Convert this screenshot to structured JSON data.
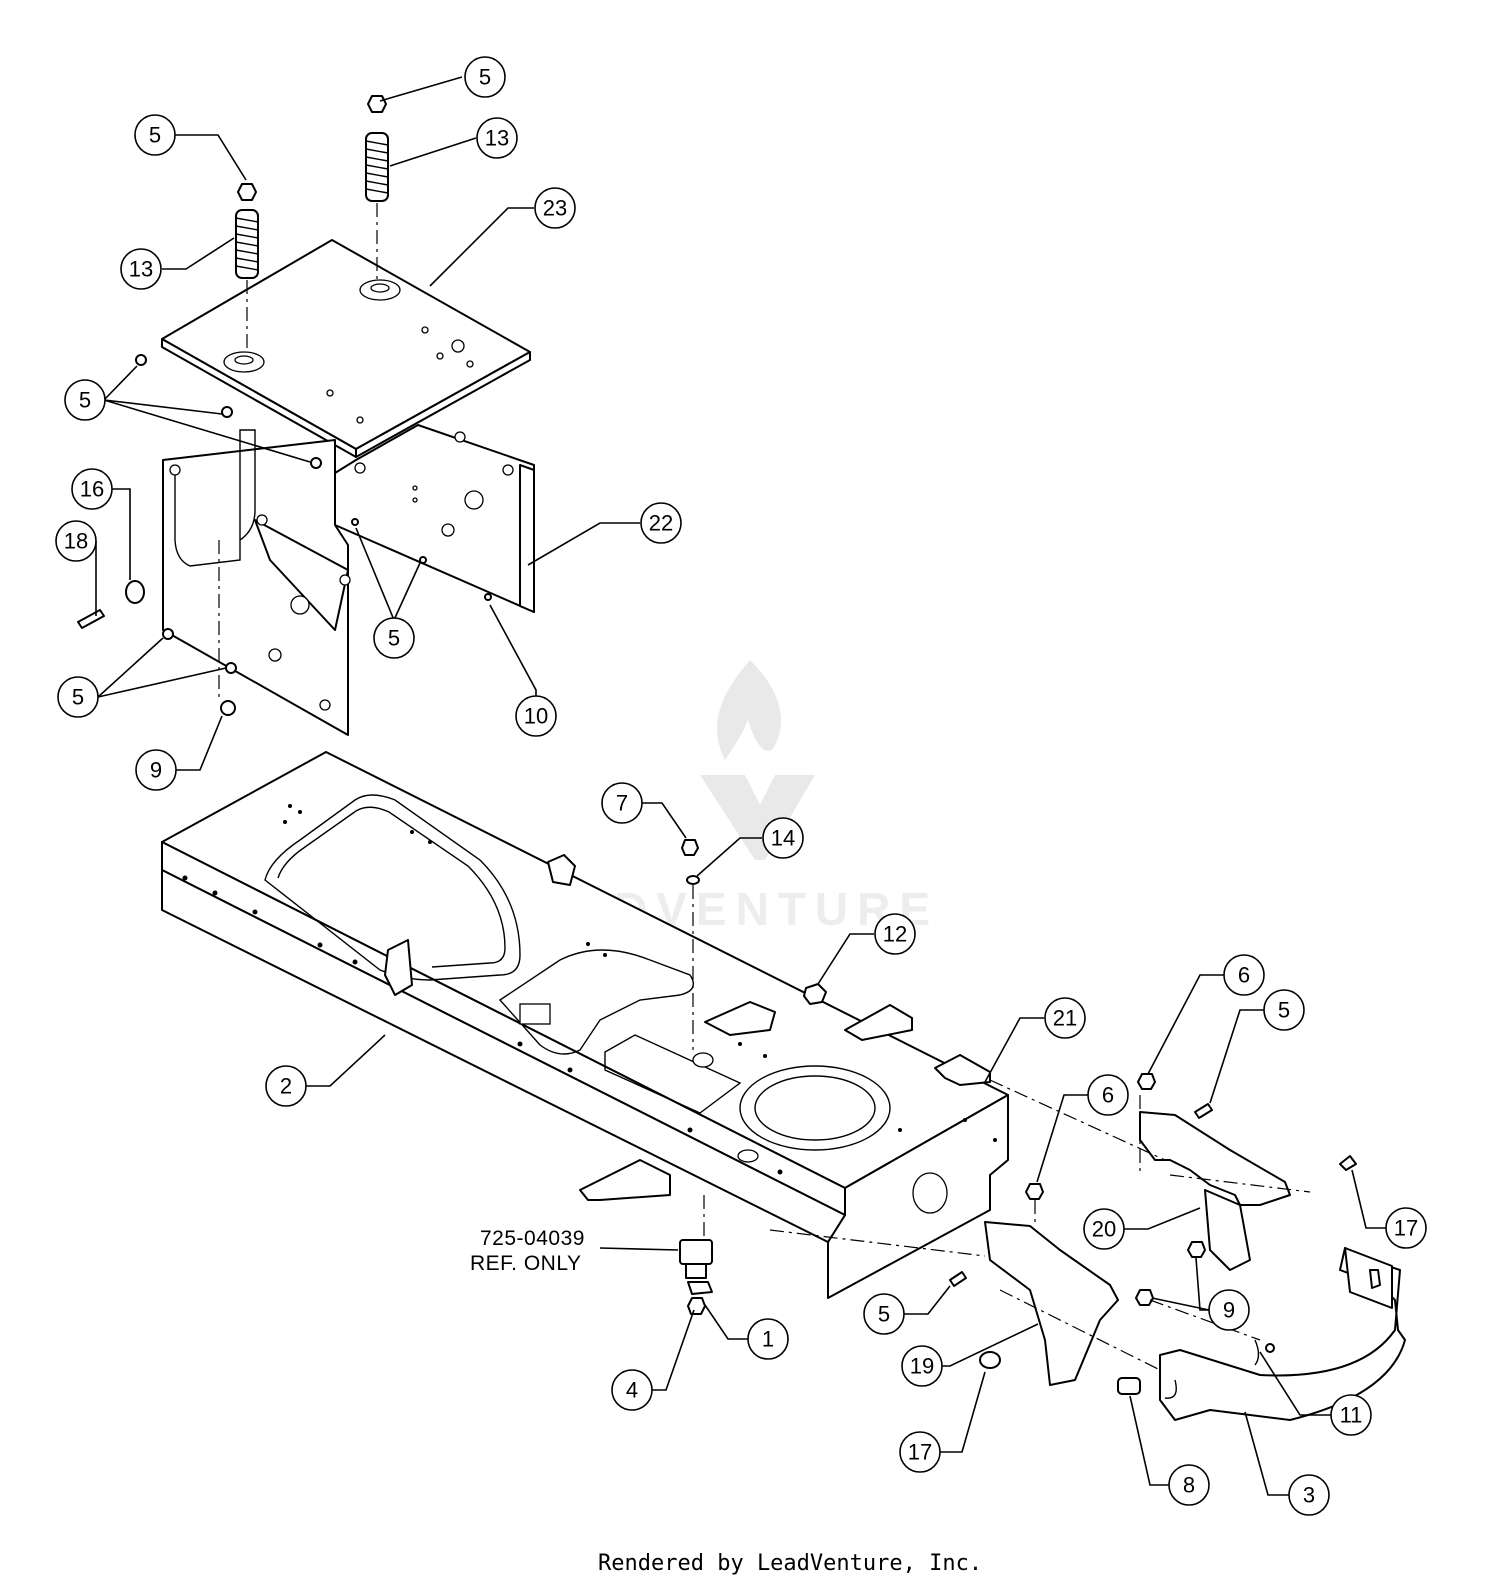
{
  "diagram": {
    "callouts": [
      {
        "id": "c5a",
        "label": "5"
      },
      {
        "id": "c13a",
        "label": "13"
      },
      {
        "id": "c5b",
        "label": "5"
      },
      {
        "id": "c13b",
        "label": "13"
      },
      {
        "id": "c23",
        "label": "23"
      },
      {
        "id": "c5c",
        "label": "5"
      },
      {
        "id": "c16",
        "label": "16"
      },
      {
        "id": "c18",
        "label": "18"
      },
      {
        "id": "c22",
        "label": "22"
      },
      {
        "id": "c5d",
        "label": "5"
      },
      {
        "id": "c5e",
        "label": "5"
      },
      {
        "id": "c10",
        "label": "10"
      },
      {
        "id": "c9a",
        "label": "9"
      },
      {
        "id": "c7",
        "label": "7"
      },
      {
        "id": "c14",
        "label": "14"
      },
      {
        "id": "c12",
        "label": "12"
      },
      {
        "id": "c21",
        "label": "21"
      },
      {
        "id": "c6a",
        "label": "6"
      },
      {
        "id": "c5f",
        "label": "5"
      },
      {
        "id": "c6b",
        "label": "6"
      },
      {
        "id": "c2",
        "label": "2"
      },
      {
        "id": "c17a",
        "label": "17"
      },
      {
        "id": "c20",
        "label": "20"
      },
      {
        "id": "c9b",
        "label": "9"
      },
      {
        "id": "c5g",
        "label": "5"
      },
      {
        "id": "c1",
        "label": "1"
      },
      {
        "id": "c19",
        "label": "19"
      },
      {
        "id": "c11",
        "label": "11"
      },
      {
        "id": "c4",
        "label": "4"
      },
      {
        "id": "c17b",
        "label": "17"
      },
      {
        "id": "c8",
        "label": "8"
      },
      {
        "id": "c3",
        "label": "3"
      }
    ],
    "reference_part": {
      "number": "725-04039",
      "note": "REF. ONLY"
    },
    "watermark": "LEADVENTURE",
    "footer": "Rendered by LeadVenture, Inc."
  }
}
